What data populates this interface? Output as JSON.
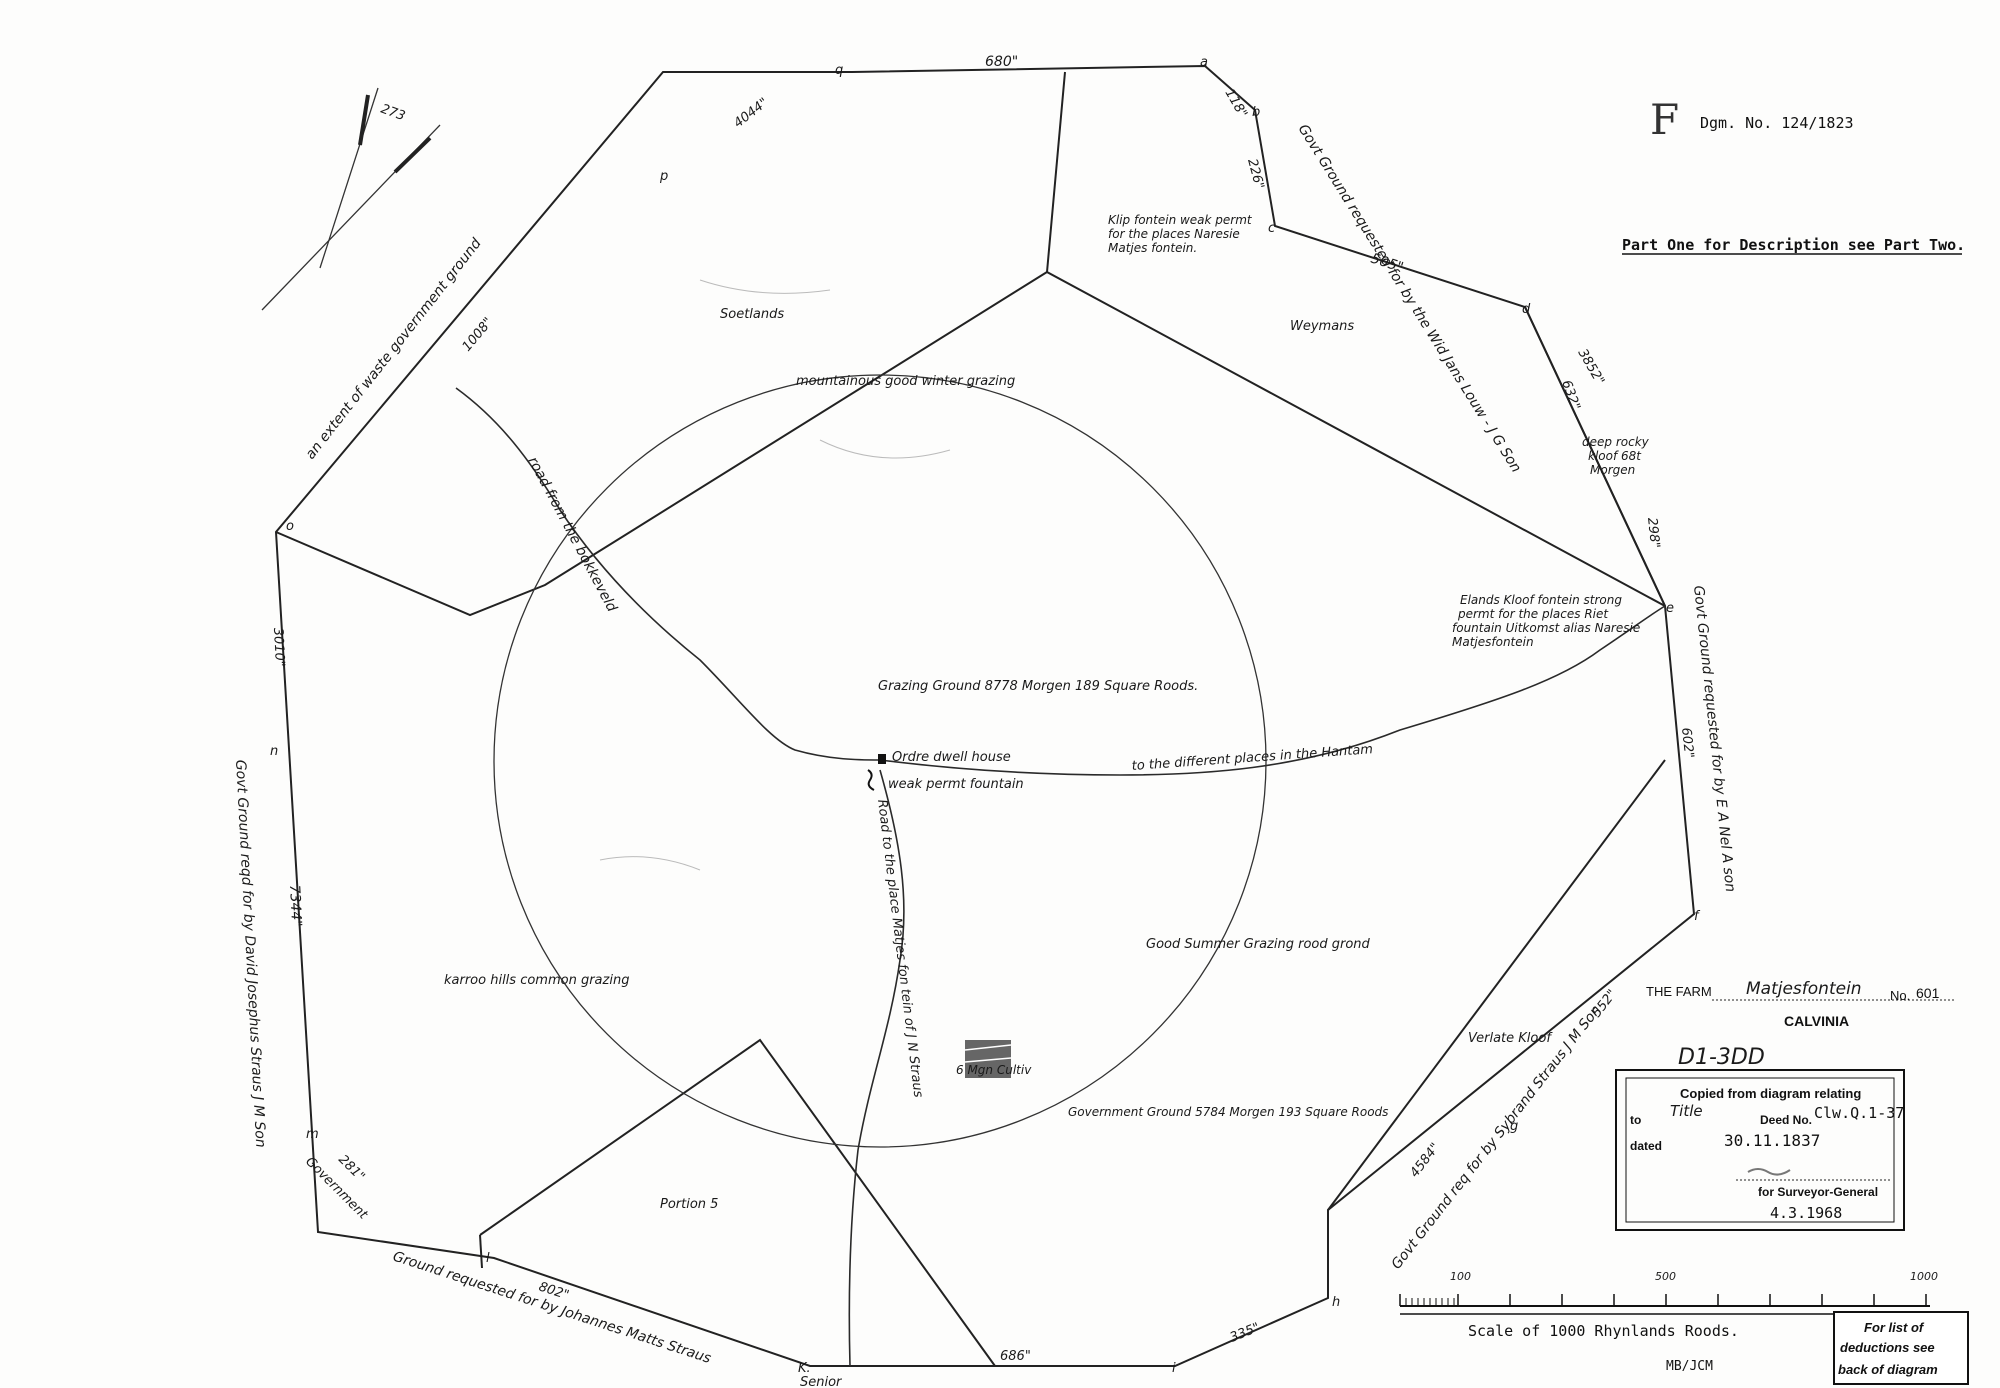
{
  "header": {
    "letter": "F",
    "diagram_number": "Dgm. No. 124/1823",
    "part_note": "Part One for Description see Part Two."
  },
  "neighbours": {
    "north_east": "Govt Ground   requested for by the Wid Jans  Louw - J G Son",
    "east": "Govt Ground requested for by E A Nel A son",
    "south_east": "Govt Ground req for by Sybrand  Straus J M  Son",
    "south": "Ground  requested for by Johannes  Matts Straus",
    "south_tail": "Senior",
    "south_west": "Government",
    "west": "Govt Ground reqd for by David Josephus Straus J M Son",
    "north_west": "an extent of waste government ground"
  },
  "beacons": {
    "a": "a",
    "b": "b",
    "c": "c",
    "d": "d",
    "e": "e",
    "f": "f",
    "g": "g",
    "h": "h",
    "i": "i",
    "k": "K.",
    "l": "l",
    "m": "m",
    "n": "n",
    "o": "o",
    "p": "p",
    "q": "q"
  },
  "side_lengths": {
    "q_a": "680\"",
    "a_b": "118\"",
    "b_c": "226\"",
    "c_d": "505\"",
    "d_e": "3852\"",
    "d_e_inner": "632\"",
    "e_upper": "298\"",
    "e_f": "602\"",
    "f_g": "552\"",
    "g_h": "4584\"",
    "h_i": "335\"",
    "i_k": "686\"",
    "k_l": "802\"",
    "l_m": "281\"",
    "m_n": "7344\"",
    "n_o": "3010\"",
    "o_p": "1008\"",
    "p_q": "4044\"",
    "north": "273"
  },
  "annotations": {
    "klip": "Klip fontein weak permt for the places Naresie  Matjes fontein",
    "soetlands": "Soetlands",
    "weymans": "Weymans",
    "mountainous": "mountainous good winter grazing",
    "deep_rocky": "deep rocky kloof 68t Morgen",
    "elands": "Elands Kloof fontein strong permt for the places Riet fountain Uitkomst alias Naresie Matjesfontein",
    "road_bokkeveld": "road  from  the  bokkeveld",
    "grazing_ground": "Grazing Ground 8778 Morgen 189 Square Roods.",
    "dwell_house": "Ordre dwell house",
    "fountain": "weak permt fountain",
    "hantam": "to the different places in the Hantam",
    "road_matjes": "Road  to the place  Matjes fon tein  of  J N Straus",
    "good_summer": "Good  Summer Grazing     rood grond",
    "karroo": "karroo hills common grazing",
    "cultivation": "6 Mgn Cultiv",
    "verlate": "Verlate Kloof",
    "government_ground": "Government Ground 5784 Morgen 193 Square Roods",
    "portion5": "Portion 5"
  },
  "farm": {
    "label": "THE FARM",
    "name": "Matjesfontein",
    "number_label": "No.",
    "number": "601",
    "district": "CALVINIA",
    "handwritten_ref": "D1-3DD"
  },
  "stamp": {
    "heading": "Copied from diagram relating",
    "to_label": "to",
    "to_value": "Title",
    "deed_label": "Deed No.",
    "deed_value": "Clw.Q.1-37",
    "dated_label": "dated",
    "dated_value": "30.11.1837",
    "signature_label": "for Surveyor-General",
    "sig_date": "4.3.1968"
  },
  "scale": {
    "ticks": [
      "100",
      "500",
      "1000"
    ],
    "label": "Scale of 1000 Rhynlands Roods."
  },
  "footer": {
    "initials": "MB/JCM",
    "deductions": [
      "For list of",
      "deductions see",
      "back of diagram"
    ]
  }
}
